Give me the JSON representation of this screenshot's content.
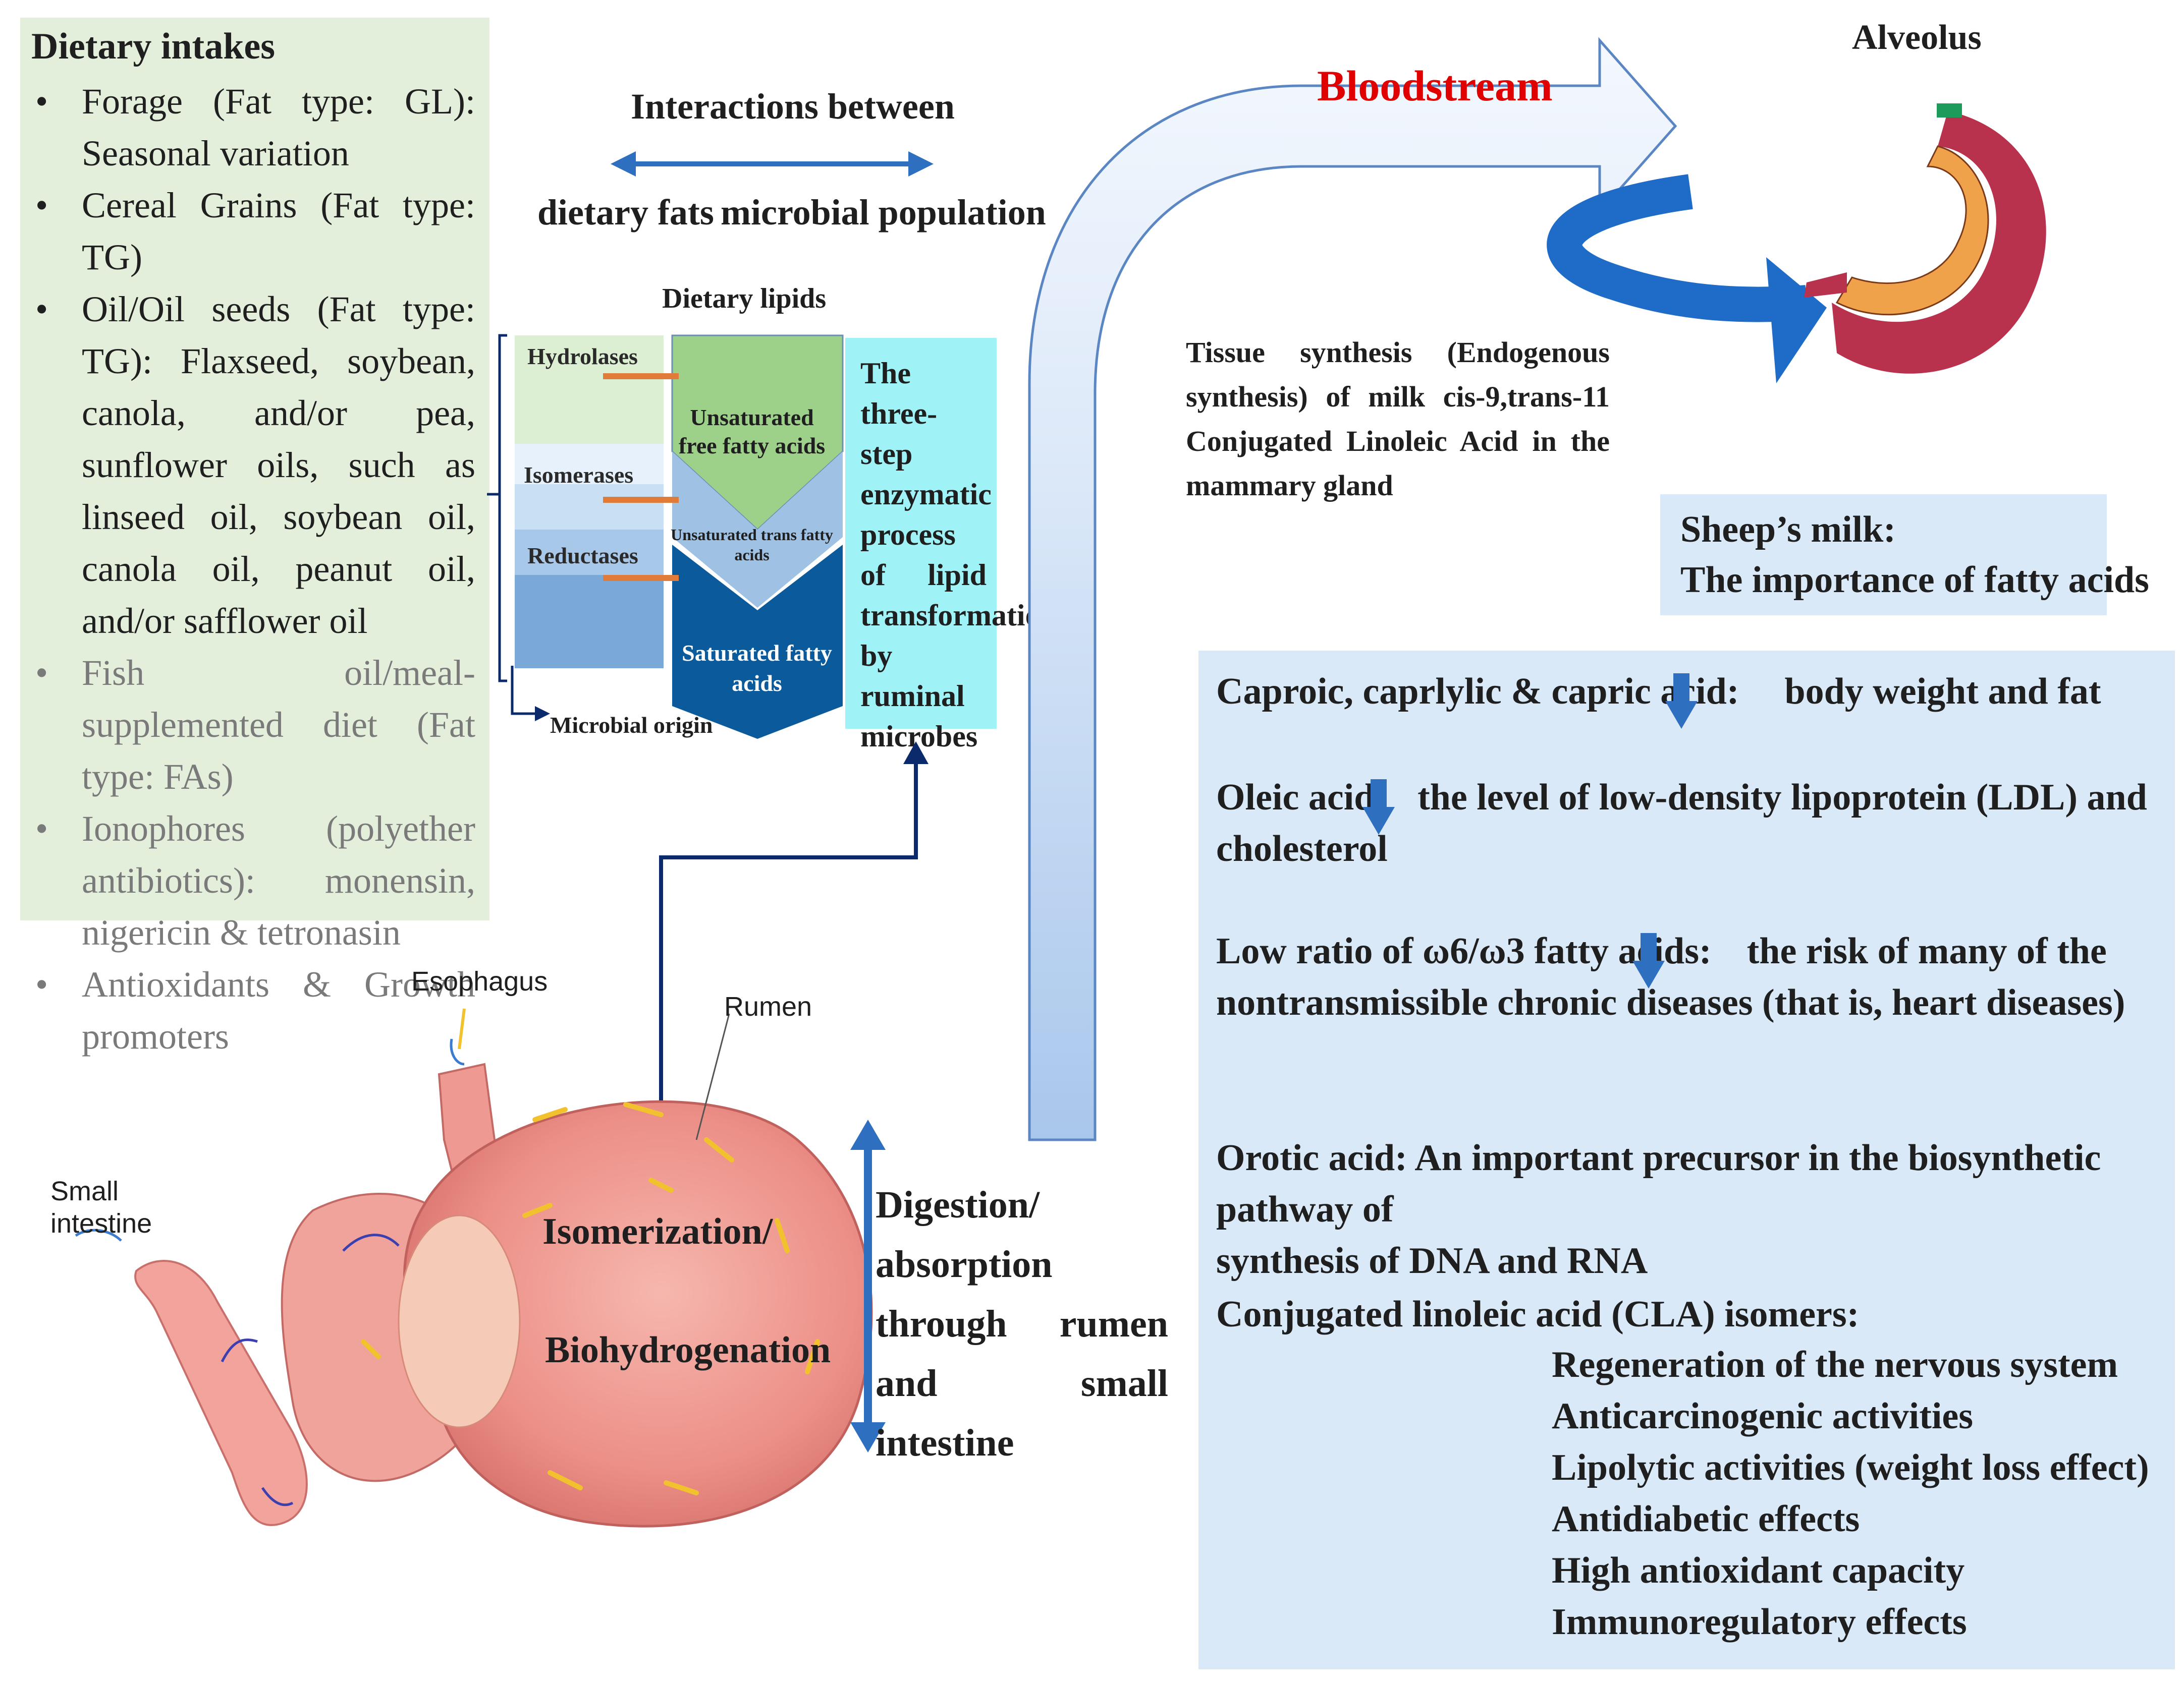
{
  "dietary_intakes": {
    "title": "Dietary intakes",
    "items": [
      "Forage (Fat type: GL): Seasonal variation",
      "Cereal Grains (Fat type: TG)",
      "Oil/Oil seeds (Fat type: TG): Flaxseed, soybean, canola, and/or pea, sunflower oils, such as linseed oil, soybean oil, canola oil, peanut oil, and/or safflower oil",
      "Fish oil/meal-supplemented diet (Fat type: FAs)",
      "Ionophores (polyether antibiotics): monensin, nigericin & tetronasin",
      "Antioxidants & Growth promoters"
    ]
  },
  "interactions": {
    "title": "Interactions between",
    "left": "dietary fats",
    "right": "microbial population"
  },
  "lipid_process": {
    "title": "Dietary lipids",
    "enzymes": [
      "Hydrolases",
      "Isomerases",
      "Reductases"
    ],
    "stages": [
      "Unsaturated free fatty acids",
      "Unsaturated trans fatty acids",
      "Saturated fatty acids"
    ],
    "description": "The three-step enzymatic process of lipid transformation by ruminal microbes",
    "microbial_origin": "Microbial origin"
  },
  "rumen": {
    "esophagus": "Esophagus",
    "rumen": "Rumen",
    "small_intestine": "Small intestine",
    "process_1": "Isomerization/",
    "process_2": "Biohydrogenation",
    "digestion": "Digestion/ absorption through rumen and small intestine"
  },
  "bloodstream": {
    "label": "Bloodstream",
    "alveolus": "Alveolus",
    "tissue": "Tissue synthesis (Endogenous synthesis) of milk cis-9,trans-11 Conjugated Linoleic Acid in the mammary gland"
  },
  "sheep_milk": {
    "line1": "Sheep’s milk:",
    "line2": "The importance of fatty acids"
  },
  "effects": {
    "caproic_a": "Caproic, caprlylic & capric acid:",
    "caproic_b": "body weight and fat",
    "oleic_a": "Oleic acid:",
    "oleic_b": "the level of low-density lipoprotein (LDL) and",
    "oleic_c": "cholesterol",
    "omega_a": "Low ratio of ω6/ω3 fatty acids:",
    "omega_b": "the risk of many of the",
    "omega_c": "nontransmissible chronic diseases (that is, heart diseases)",
    "orotic_a": "Orotic acid: An important precursor in the biosynthetic pathway of",
    "orotic_b": "synthesis of DNA and RNA",
    "cla_title": "Conjugated linoleic acid (CLA) isomers:",
    "cla_items": [
      "Regeneration of the nervous system",
      "Anticarcinogenic activities",
      "Lipolytic activities (weight loss effect)",
      "Antidiabetic effects",
      "High antioxidant capacity",
      "Immunoregulatory effects"
    ]
  },
  "colors": {
    "panel_green": "#e3efda",
    "panel_blue": "#d9e9f7",
    "cyan_box": "#9ff2f5",
    "arrow_blue": "#2f6fc0",
    "blood_red": "#e00000",
    "navy": "#0b2a6b"
  }
}
